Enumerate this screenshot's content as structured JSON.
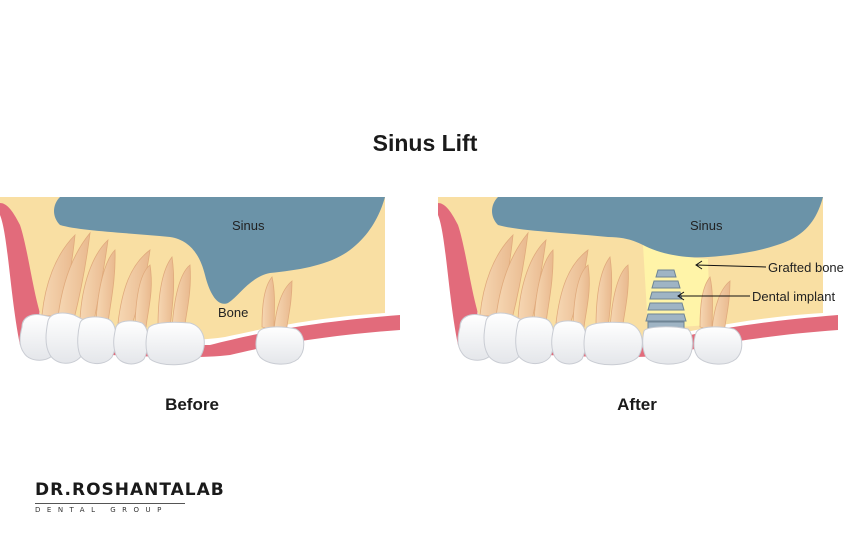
{
  "title": "Sinus Lift",
  "before": {
    "caption": "Before",
    "sinus_label": "Sinus",
    "bone_label": "Bone"
  },
  "after": {
    "caption": "After",
    "sinus_label": "Sinus",
    "grafted_label": "Grafted bone",
    "implant_label": "Dental implant"
  },
  "brand": {
    "name": "DR.ROSHANTALAB",
    "subtitle": "DENTAL GROUP"
  },
  "colors": {
    "bone": "#f9dfa3",
    "gum": "#e26b7b",
    "sinus": "#6b93a8",
    "root": "#f2c9a0",
    "tooth": "#ffffff",
    "graft": "#fff4a8",
    "implant": "#9fb4c4"
  }
}
